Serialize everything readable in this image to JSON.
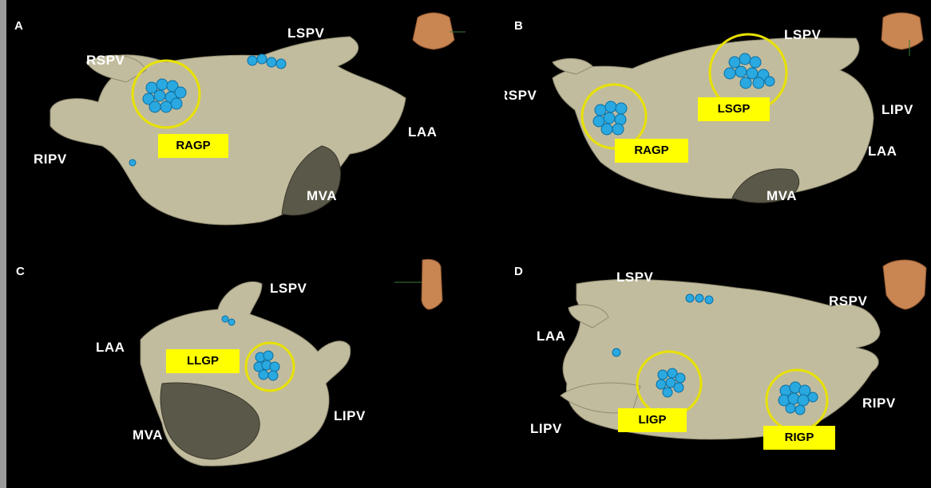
{
  "panels": {
    "a": {
      "label": "A",
      "structures": [
        "RSPV",
        "LSPV",
        "RIPV",
        "LAA",
        "MVA"
      ],
      "gp_labels": [
        "RAGP"
      ]
    },
    "b": {
      "label": "B",
      "structures": [
        "RSPV",
        "LSPV",
        "LIPV",
        "LAA",
        "MVA"
      ],
      "gp_labels": [
        "RAGP",
        "LSGP"
      ]
    },
    "c": {
      "label": "C",
      "structures": [
        "LSPV",
        "LAA",
        "LIPV",
        "MVA"
      ],
      "gp_labels": [
        "LLGP"
      ]
    },
    "d": {
      "label": "D",
      "structures": [
        "LSPV",
        "RSPV",
        "LAA",
        "RIPV",
        "LIPV"
      ],
      "gp_labels": [
        "LIGP",
        "RIGP"
      ]
    }
  },
  "colors": {
    "atrium": "#c2bc9f",
    "ablation_points": "#2aa8e0",
    "circle": "#e8e200",
    "label_box": "#ffff00",
    "torso": "#c98552"
  }
}
